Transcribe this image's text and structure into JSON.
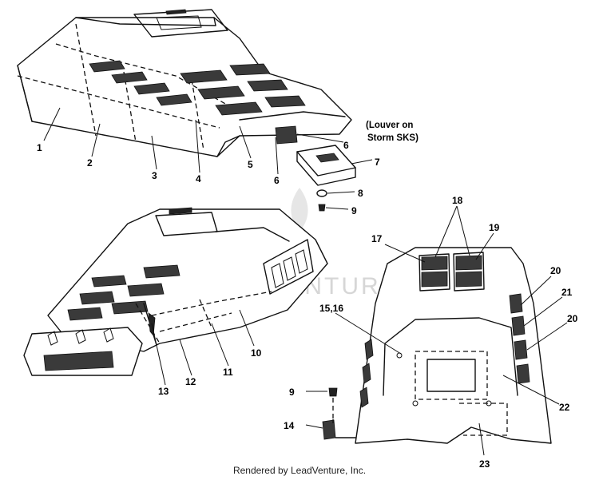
{
  "callouts": [
    "1",
    "2",
    "3",
    "4",
    "5",
    "6",
    "6",
    "7",
    "8",
    "9",
    "9",
    "10",
    "11",
    "12",
    "13",
    "14",
    "15,16",
    "17",
    "18",
    "19",
    "20",
    "20",
    "21",
    "22",
    "23"
  ],
  "note": {
    "line1": "(Louver on",
    "line2": "Storm SKS)"
  },
  "watermark": "LEADVENTURE",
  "footer": "Rendered by LeadVenture, Inc."
}
